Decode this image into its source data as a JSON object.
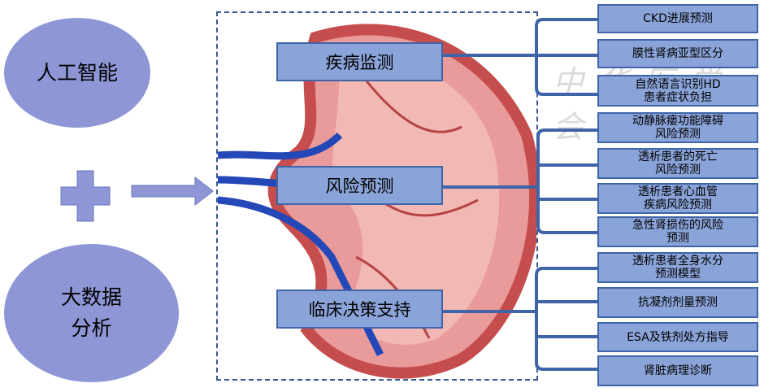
{
  "left": {
    "ai": "人工智能",
    "bigdata_line1": "大数据",
    "bigdata_line2": "分析"
  },
  "center": [
    "疾病监测",
    "风险预测",
    "临床决策支持"
  ],
  "right": [
    [
      "CKD进展预测"
    ],
    [
      "膜性肾病亚型区分"
    ],
    [
      "自然语言识别HD",
      "患者症状负担"
    ],
    [
      "动静脉瘘功能障碍",
      "风险预测"
    ],
    [
      "透析患者的死亡",
      "风险预测"
    ],
    [
      "透析患者心血管",
      "疾病风险预测"
    ],
    [
      "急性肾损伤的风险",
      "预测"
    ],
    [
      "透析患者全身水分",
      "预测模型"
    ],
    [
      "抗凝剂剂量预测"
    ],
    [
      "ESA及铁剂处方指导"
    ],
    [
      "肾脏病理诊断"
    ]
  ],
  "watermark": "中华医学会",
  "colors": {
    "ellipse": "#8e96d6",
    "box": "#8aa3d8",
    "line": "#3f65a8"
  }
}
